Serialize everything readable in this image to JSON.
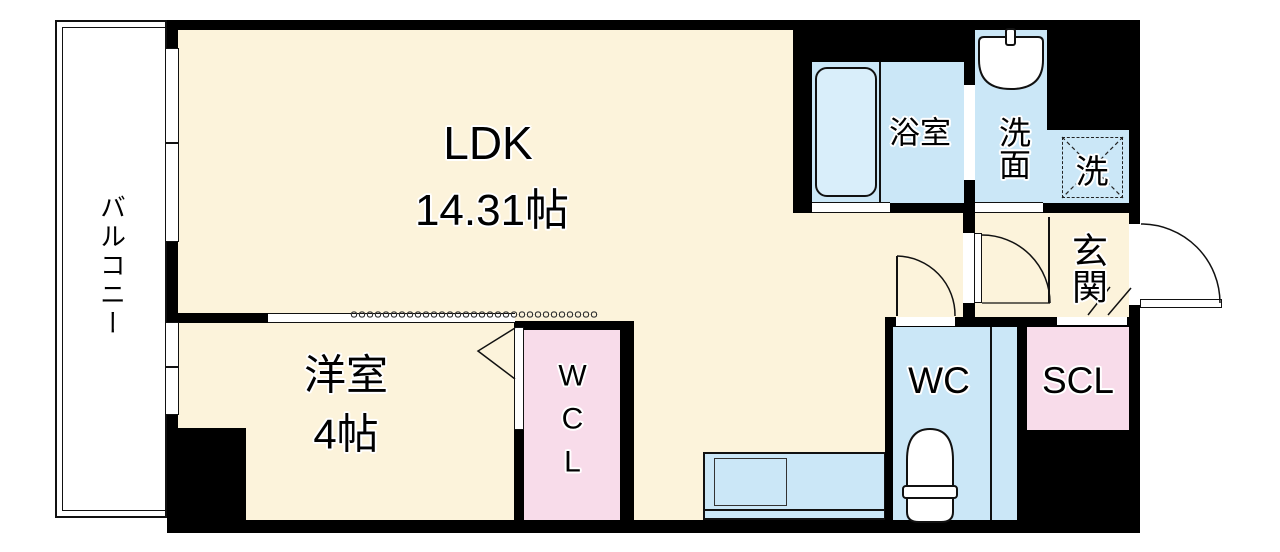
{
  "floor_plan": {
    "balcony": "バルコニー",
    "ldk_label": "LDK",
    "ldk_size": "14.31帖",
    "western_room_label": "洋室",
    "western_room_size": "4帖",
    "bathroom": "浴室",
    "washroom": "洗面",
    "laundry": "洗",
    "entrance": "玄関",
    "toilet": "WC",
    "shoe_closet": "SCL",
    "walk_in_closet": "WCL"
  },
  "colors": {
    "floor": "#FCF3DB",
    "wet_area": "#CBE7F7",
    "closet_pink": "#F8DCEA",
    "bathtub": "#D9EEFA",
    "wall": "#000000",
    "background": "#FFFFFF"
  }
}
